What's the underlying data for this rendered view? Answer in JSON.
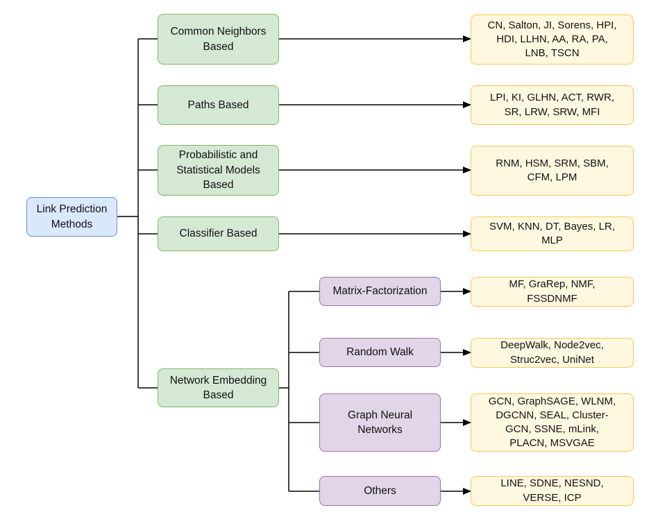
{
  "root": "Link Prediction\nMethods",
  "categories": [
    {
      "label": "Common Neighbors\nBased",
      "methods": "CN, Salton, JI, Sorens, HPI,\nHDI, LLHN, AA, RA, PA,\nLNB, TSCN"
    },
    {
      "label": "Paths Based",
      "methods": "LPI, KI, GLHN, ACT, RWR,\nSR, LRW, SRW, MFI"
    },
    {
      "label": "Probabilistic and\nStatistical Models\nBased",
      "methods": "RNM, HSM, SRM, SBM,\nCFM, LPM"
    },
    {
      "label": "Classifier Based",
      "methods": "SVM, KNN, DT, Bayes, LR,\nMLP"
    },
    {
      "label": "Network Embedding\nBased"
    }
  ],
  "embedding": [
    {
      "label": "Matrix-Factorization",
      "methods": "MF, GraRep, NMF,\nFSSDNMF"
    },
    {
      "label": "Random Walk",
      "methods": "DeepWalk, Node2vec,\nStruc2vec, UniNet"
    },
    {
      "label": "Graph Neural\nNetworks",
      "methods": "GCN, GraphSAGE, WLNM,\nDGCNN, SEAL, Cluster-\nGCN, SSNE, mLink,\nPLACN, MSVGAE"
    },
    {
      "label": "Others",
      "methods": "LINE, SDNE, NESND,\nVERSE, ICP"
    }
  ],
  "colors": {
    "line": "#000000",
    "root_fill": "#dae8fc",
    "category_fill": "#d5e8d4",
    "sub_fill": "#e1d5e7",
    "leaf_fill": "#fff8e1"
  }
}
